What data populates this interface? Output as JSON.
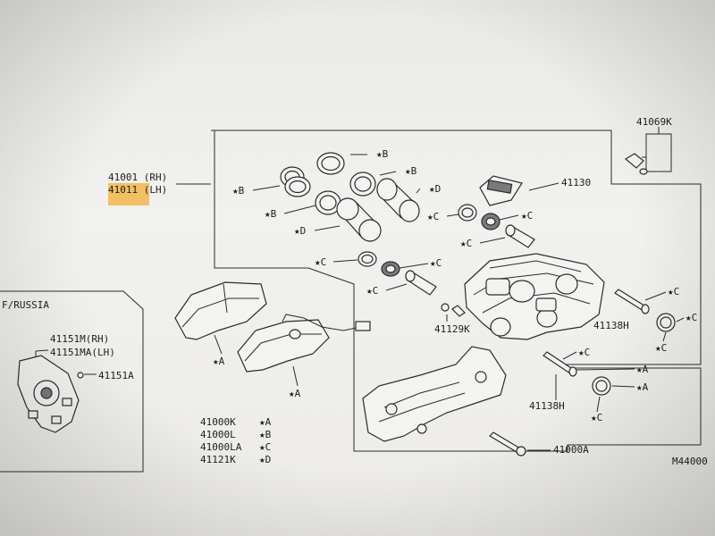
{
  "main_assembly": {
    "rh": "41001 (RH)",
    "lh": "41011 (LH)"
  },
  "labels": {
    "p41069k": "41069K",
    "p41130": "41130",
    "p41138h_a": "41138H",
    "p41138h_b": "41138H",
    "p41129k": "41129K",
    "p41000a": "41000A",
    "p41151a": "41151A",
    "p41151m": "41151M(RH)",
    "p41151ma": "41151MA(LH)",
    "f_russia": "F/RUSSIA",
    "diagram_code": "M44000"
  },
  "marks": {
    "a": "★A",
    "b": "★B",
    "c": "★C",
    "d": "★D"
  },
  "legend": [
    {
      "code": "41000K",
      "mark": "★A"
    },
    {
      "code": "41000L",
      "mark": "★B"
    },
    {
      "code": "41000LA",
      "mark": "★C"
    },
    {
      "code": "41121K",
      "mark": "★D"
    }
  ],
  "colors": {
    "highlight": "#f3b64b",
    "line": "#2b2b2b",
    "background": "#efefec"
  }
}
